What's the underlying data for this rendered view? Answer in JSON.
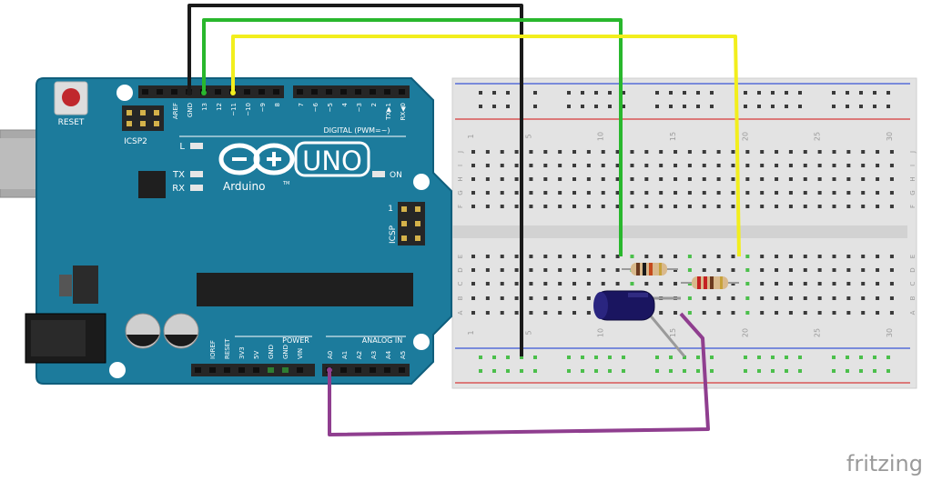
{
  "arduino": {
    "reset_label": "RESET",
    "icsp2_label": "ICSP2",
    "icsp_label": "ICSP",
    "led_l_label": "L",
    "led_tx_label": "TX",
    "led_rx_label": "RX",
    "on_label": "ON",
    "brand": "Arduino",
    "trademark": "TM",
    "model": "UNO",
    "digital_label": "DIGITAL (PWM=~)",
    "power_label": "POWER",
    "analog_label": "ANALOG IN",
    "digital_pins": [
      "AREF",
      "GND",
      "13",
      "12",
      "~11",
      "~10",
      "~9",
      "8",
      "7",
      "~6",
      "~5",
      "4",
      "~3",
      "2",
      "TX▶1",
      "RX◀0"
    ],
    "power_pins": [
      "IOREF",
      "RESET",
      "3V3",
      "5V",
      "GND",
      "GND",
      "VIN"
    ],
    "analog_pins": [
      "A0",
      "A1",
      "A2",
      "A3",
      "A4",
      "A5"
    ],
    "icsp_number": "1",
    "colors": {
      "board": "#1c7b9c",
      "board_edge": "#0f5e7c",
      "silk": "#ffffff",
      "header": "#262626"
    }
  },
  "breadboard": {
    "column_labels": [
      "1",
      "5",
      "10",
      "15",
      "20",
      "25",
      "30"
    ],
    "row_labels_top": [
      "J",
      "I",
      "H",
      "G",
      "F"
    ],
    "row_labels_bottom": [
      "E",
      "D",
      "C",
      "B",
      "A"
    ],
    "colors": {
      "body": "#e4e4e4",
      "hole": "#3a3a3a",
      "active_hole": "#4bbf4b",
      "rail_red": "#d63a3a",
      "rail_blue": "#3a55d6"
    }
  },
  "wires": {
    "colors": {
      "gnd": "#1a1a1a",
      "pin13": "#29b72d",
      "pin11": "#f2ee1d",
      "analog": "#8f3e8f",
      "lead": "#9a9a9a"
    }
  },
  "components": {
    "capacitor_color": "#1a1560",
    "resistor_color": "#d9b98c"
  },
  "watermark": "fritzing"
}
